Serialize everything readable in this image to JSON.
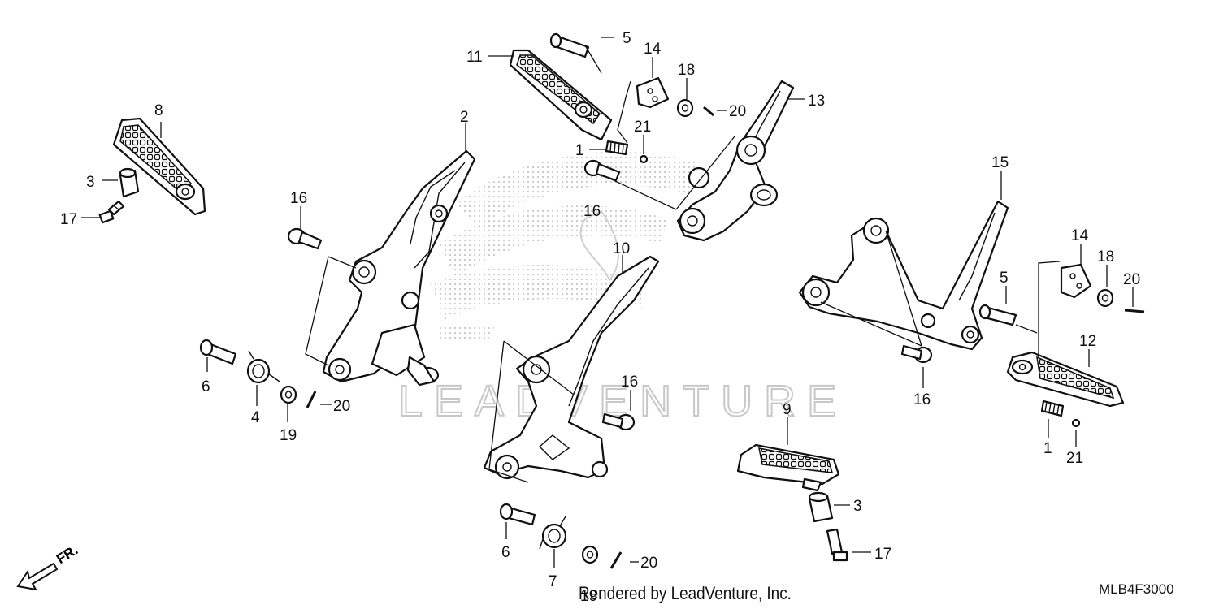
{
  "watermark": "LEADVENTURE",
  "direction_label": "FR.",
  "credit": "Rendered by LeadVenture, Inc.",
  "diagram_code": "MLB4F3000",
  "callouts": {
    "c1a": "1",
    "c1b": "1",
    "c2": "2",
    "c3a": "3",
    "c3b": "3",
    "c4": "4",
    "c5a": "5",
    "c5b": "5",
    "c6a": "6",
    "c6b": "6",
    "c7": "7",
    "c8": "8",
    "c9": "9",
    "c10": "10",
    "c11": "11",
    "c12": "12",
    "c13": "13",
    "c14a": "14",
    "c14b": "14",
    "c15": "15",
    "c16a": "16",
    "c16b": "16",
    "c16c": "16",
    "c16d": "16",
    "c17a": "17",
    "c17b": "17",
    "c18a": "18",
    "c18b": "18",
    "c19a": "19",
    "c19b": "19",
    "c20a": "20",
    "c20b": "20",
    "c20c": "20",
    "c20d": "20",
    "c21a": "21",
    "c21b": "21"
  }
}
